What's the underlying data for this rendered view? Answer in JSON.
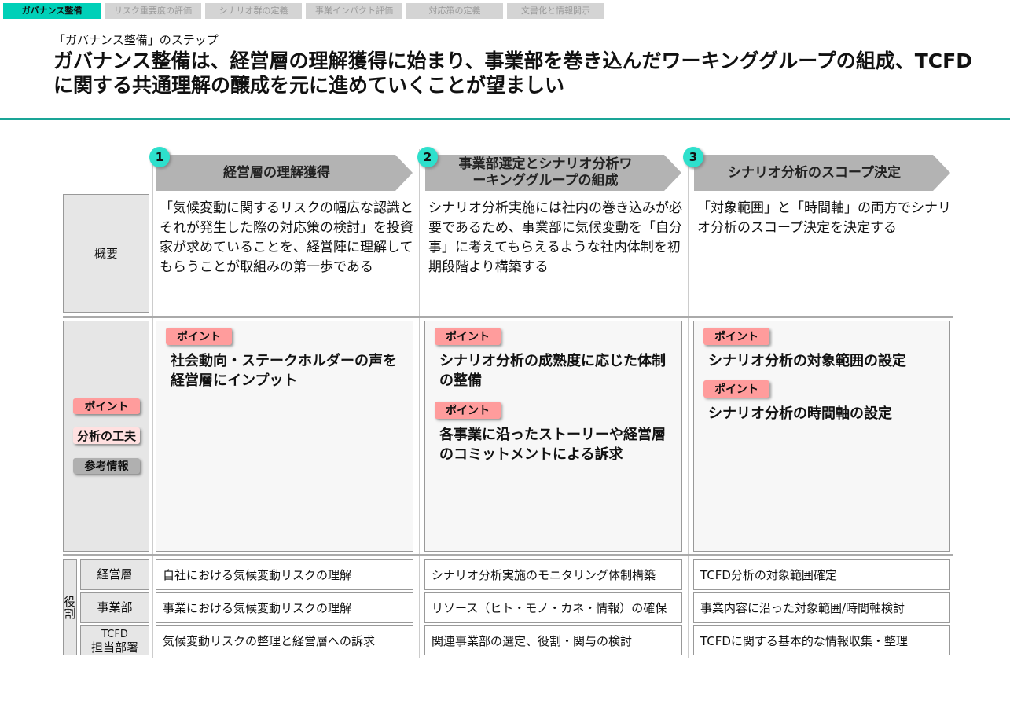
{
  "tabs": [
    {
      "label": "ガバナンス整備",
      "active": true
    },
    {
      "label": "リスク重要度の評価",
      "active": false
    },
    {
      "label": "シナリオ群の定義",
      "active": false
    },
    {
      "label": "事業インパクト評価",
      "active": false
    },
    {
      "label": "対応策の定義",
      "active": false
    },
    {
      "label": "文書化と情報開示",
      "active": false
    }
  ],
  "header": {
    "subtitle": "「ガバナンス整備」のステップ",
    "title": "ガバナンス整備は、経営層の理解獲得に始まり、事業部を巻き込んだワーキンググループの組成、TCFDに関する共通理解の醸成を元に進めていくことが望ましい"
  },
  "row_labels": {
    "overview": "概要",
    "roles": "役割"
  },
  "legend": {
    "point": "ポイント",
    "tip": "分析の工夫",
    "reference": "参考情報"
  },
  "steps": [
    {
      "number": "1",
      "title": "経営層の理解獲得",
      "overview": "「気候変動に関するリスクの幅広な認識とそれが発生した際の対応策の検討」を投資家が求めていることを、経営陣に理解してもらうことが取組みの第一歩である",
      "points": [
        {
          "badge": "ポイント",
          "text": "社会動向・ステークホルダーの声を経営層にインプット"
        }
      ],
      "roles": [
        "自社における気候変動リスクの理解",
        "事業における気候変動リスクの理解",
        "気候変動リスクの整理と経営層への訴求"
      ]
    },
    {
      "number": "2",
      "title": "事業部選定とシナリオ分析ワーキンググループの組成",
      "overview": "シナリオ分析実施には社内の巻き込みが必要であるため、事業部に気候変動を「自分事」に考えてもらえるような社内体制を初期段階より構築する",
      "points": [
        {
          "badge": "ポイント",
          "text": "シナリオ分析の成熟度に応じた体制の整備"
        },
        {
          "badge": "ポイント",
          "text": "各事業に沿ったストーリーや経営層のコミットメントによる訴求"
        }
      ],
      "roles": [
        "シナリオ分析実施のモニタリング体制構築",
        "リソース（ヒト・モノ・カネ・情報）の確保",
        "関連事業部の選定、役割・関与の検討"
      ]
    },
    {
      "number": "3",
      "title": "シナリオ分析のスコープ決定",
      "overview": "「対象範囲」と「時間軸」の両方でシナリオ分析のスコープ決定を決定する",
      "points": [
        {
          "badge": "ポイント",
          "text": "シナリオ分析の対象範囲の設定"
        },
        {
          "badge": "ポイント",
          "text": "シナリオ分析の時間軸の設定"
        }
      ],
      "roles": [
        "TCFD分析の対象範囲確定",
        "事業内容に沿った対象範囲/時間軸検討",
        "TCFDに関する基本的な情報収集・整理"
      ]
    }
  ],
  "roles": [
    {
      "label": "経営層"
    },
    {
      "label": "事業部"
    },
    {
      "label_top": "TCFD",
      "label_bottom": "担当部署"
    }
  ],
  "colors": {
    "accent": "#00d0b8",
    "rule": "#1aa597",
    "badge": "#ff9c9c"
  }
}
